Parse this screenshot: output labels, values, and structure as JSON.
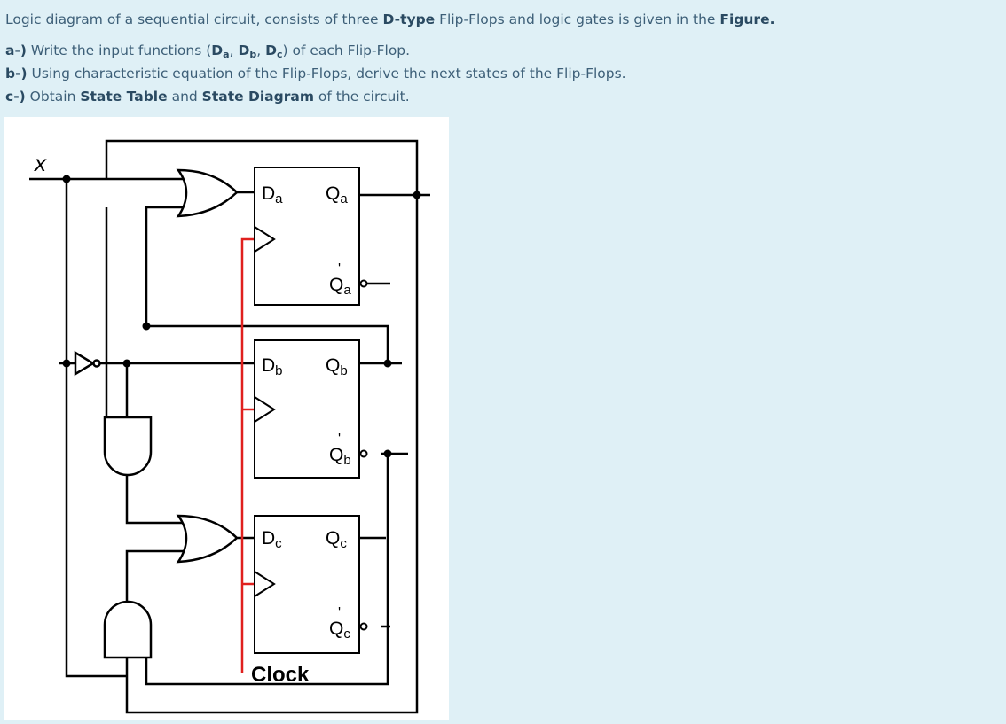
{
  "question": {
    "intro_text": "Logic diagram of a sequential circuit, consists of three ",
    "intro_bold1": "D-type",
    "intro_text2": " Flip-Flops and logic gates is given in the ",
    "intro_bold2": "Figure.",
    "a_prefix": "a-)",
    "a_text1": " Write the input functions (",
    "a_D1": "D",
    "a_s1": "a",
    "a_sep1": ", ",
    "a_D2": "D",
    "a_s2": "b",
    "a_sep2": ", ",
    "a_D3": "D",
    "a_s3": "c",
    "a_text2": ") of each Flip-Flop.",
    "b_prefix": "b-)",
    "b_text": " Using characteristic equation of the Flip-Flops, derive the next states of the Flip-Flops.",
    "c_prefix": "c-)",
    "c_text1": " Obtain ",
    "c_bold1": "State Table",
    "c_text2": " and ",
    "c_bold2": "State Diagram",
    "c_text3": " of the circuit."
  },
  "figure": {
    "input_label": "x",
    "clock_label": "Clock",
    "ff_a": {
      "d": "D",
      "d_sub": "a",
      "q": "Q",
      "q_sub": "a",
      "qbar": "Q",
      "qbar_sub": "a",
      "qbar_mark": "'"
    },
    "ff_b": {
      "d": "D",
      "d_sub": "b",
      "q": "Q",
      "q_sub": "b",
      "qbar": "Q",
      "qbar_sub": "b",
      "qbar_mark": "'"
    },
    "ff_c": {
      "d": "D",
      "d_sub": "c",
      "q": "Q",
      "q_sub": "c",
      "qbar": "Q",
      "qbar_sub": "c",
      "qbar_mark": "'"
    },
    "colors": {
      "wire": "#000000",
      "clock_wire": "#e0201e",
      "text": "#3d5f78",
      "background": "#dff0f6"
    }
  }
}
